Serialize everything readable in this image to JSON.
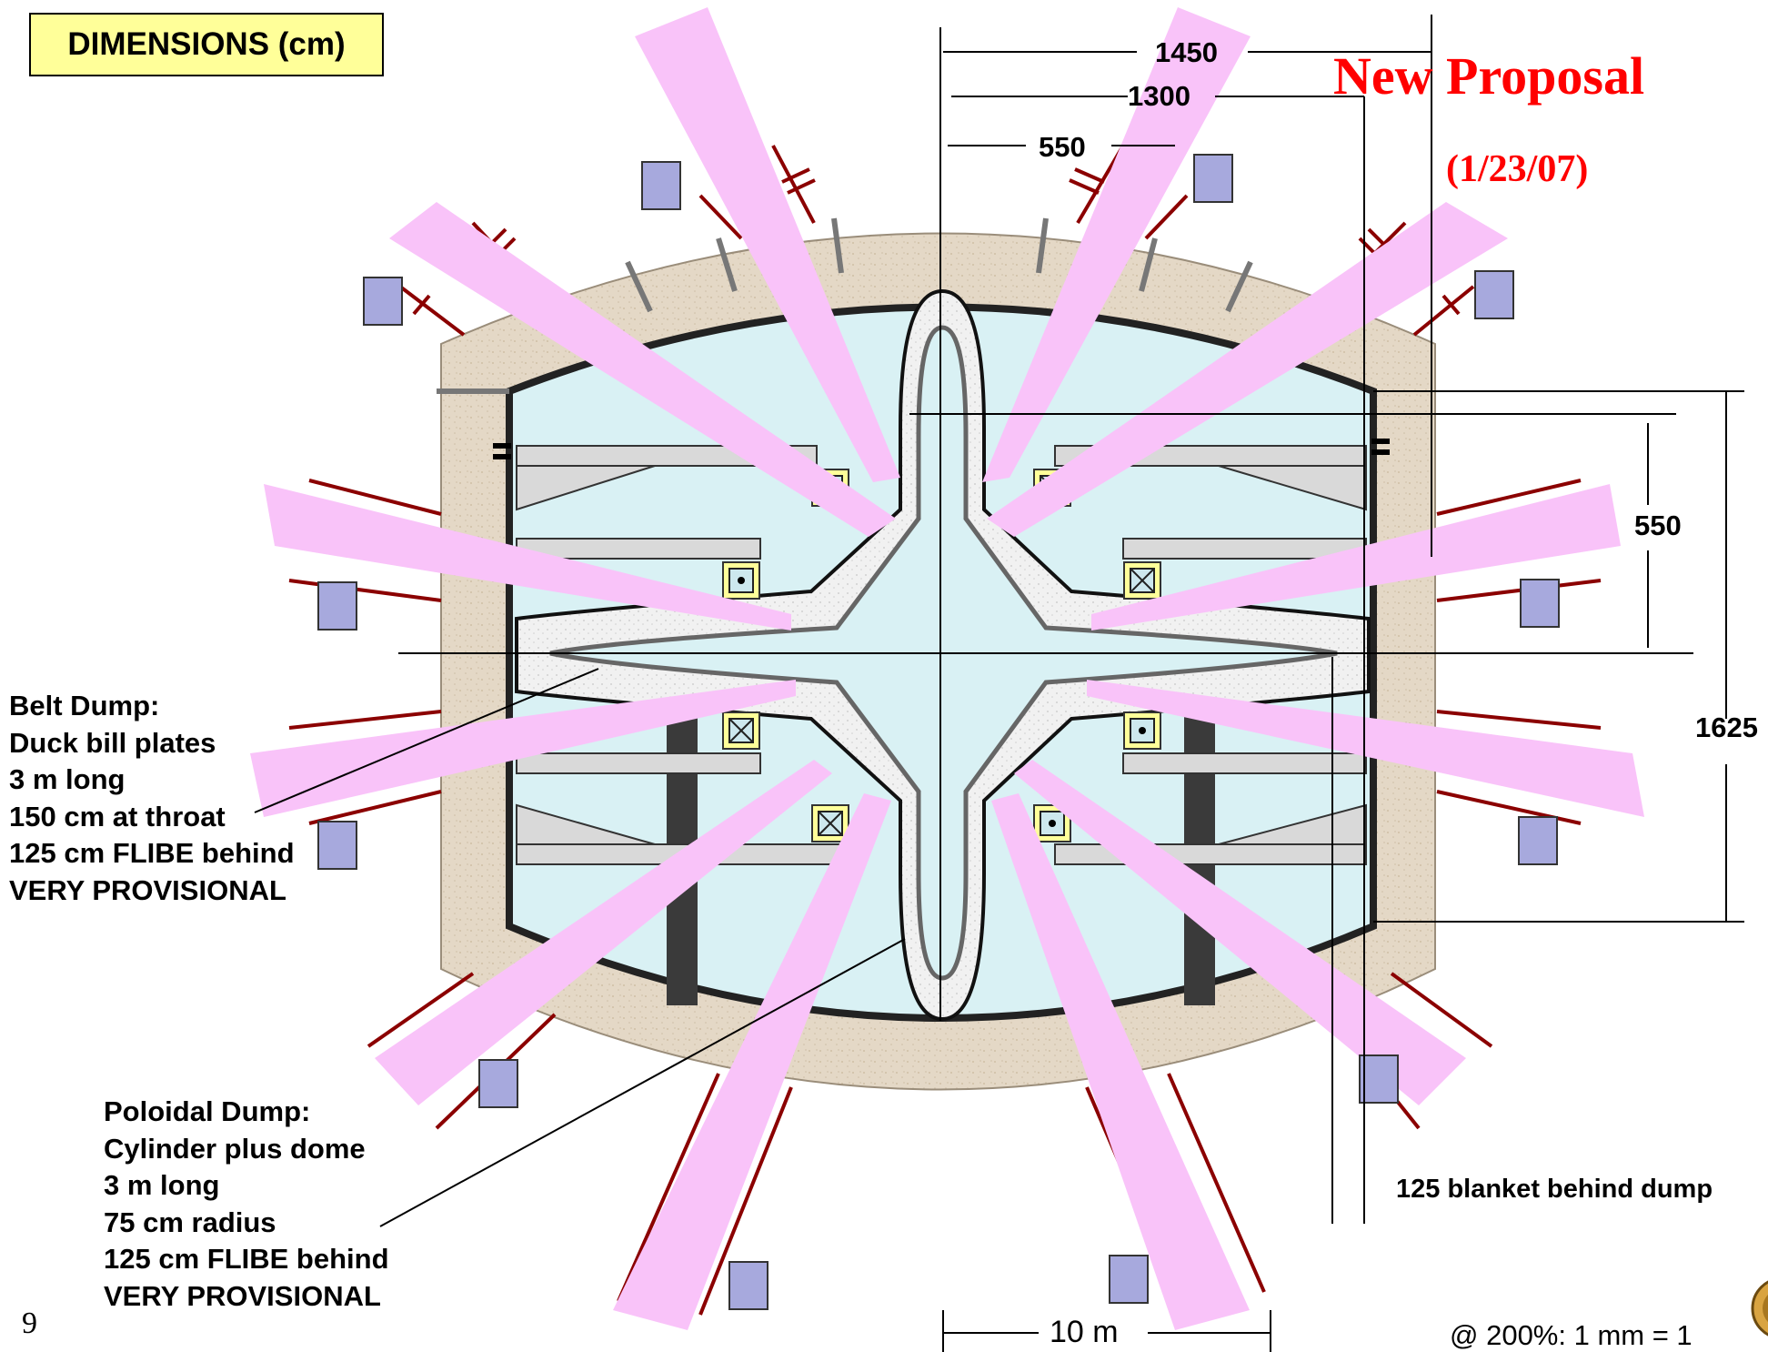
{
  "title_box": "DIMENSIONS (cm)",
  "proposal": {
    "title": "New Proposal",
    "date": "(1/23/07)"
  },
  "dimensions": {
    "d1450": "1450",
    "d1300": "1300",
    "d550_top": "550",
    "d550_right": "550",
    "d1625": "1625",
    "scale_bar": "10 m"
  },
  "belt_dump": {
    "lines": [
      "Belt Dump:",
      "Duck bill plates",
      "3 m long",
      "150 cm at throat",
      "125 cm FLIBE behind",
      "VERY PROVISIONAL"
    ]
  },
  "poloidal_dump": {
    "lines": [
      "Poloidal Dump:",
      "Cylinder plus dome",
      "3 m long",
      "75 cm radius",
      "125 cm FLIBE behind",
      "VERY PROVISIONAL"
    ]
  },
  "blanket_note": "125 blanket behind dump",
  "scale_note": "@ 200%:  1 mm = 1",
  "page_number": "9",
  "colors": {
    "beam": "#f9c3f9",
    "shield": "#e2d6c5",
    "chamber": "#d9f1f4",
    "dump": "#eeeeee",
    "port_line": "#8b0000",
    "magnet": "#a7a9dd",
    "title_box_fill": "#ffff99",
    "proposal_text": "#ff0000"
  },
  "icons": [
    "coil-dot-icon",
    "coil-cross-icon",
    "diagnostic-port-icon",
    "logo-seal-icon"
  ]
}
